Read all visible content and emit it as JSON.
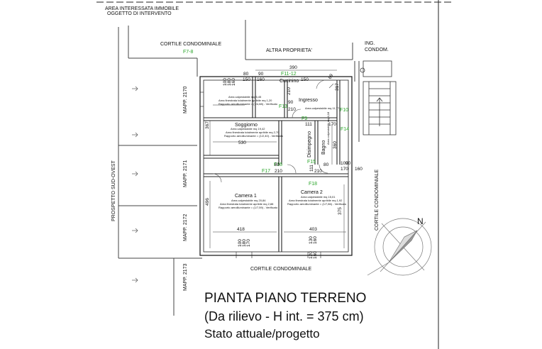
{
  "header": {
    "area_line1": "AREA INTERESSATA IMMOBILE",
    "area_line2": "OGGETTO DI INTERVENTO"
  },
  "labels": {
    "cortile_top": "CORTILE CONDOMINIALE",
    "cortile_bottom": "CORTILE CONDOMINIALE",
    "cortile_right": "CORTILE CONDOMINIALE",
    "altra_proprieta": "ALTRA PROPRIETA'",
    "ing_condom_1": "ING.",
    "ing_condom_2": "CONDOM.",
    "prospetto": "PROSPETTO SUD-OVEST",
    "north": "N"
  },
  "mapp": [
    "MAPP. 2170",
    "MAPP. 2171",
    "MAPP. 2172",
    "MAPP. 2173"
  ],
  "rooms": {
    "cucinino": "Cucinino",
    "ingresso": "Ingresso",
    "soggiorno": "Soggiorno",
    "soggiorno_l1": "Area calpestabile mq 19,42",
    "soggiorno_l2": "Area finestrata totalmente apribile mq 2,70",
    "soggiorno_l3": "Rapporto aeroilluminante = (1/2,40) - Verificato",
    "cucinino_l1": "Area calpestabile mq 5,45",
    "cucinino_l2": "Area finestrata totalmente apribile mq 1,20",
    "cucinino_l3": "Rapporto aeroilluminante = (1/4,88) - Verificato",
    "ingresso_l1": "Area calpestabile mq 11,77",
    "disimpegno": "Disimpegno",
    "bagno": "Bagno",
    "bagno_l1": "Area calpestabile mq 4,18",
    "camera1": "Camera 1",
    "camera1_l1": "Area calpestabile mq 20,84",
    "camera1_l2": "Area finestrata totalmente apribile mq 2,88",
    "camera1_l3": "Rapporto aeroilluminante = (1/7,59) - Verificato",
    "camera2": "Camera 2",
    "camera2_l1": "Area calpestabile mq 15,01",
    "camera2_l2": "Area finestrata totalmente apribile mq 1,92",
    "camera2_l3": "Rapporto aeroilluminante = (1/7,86) - Verificato"
  },
  "windows": {
    "f78": "F7-8",
    "f1112": "F11-12",
    "f13": "F13",
    "f10": "F10",
    "f9": "F9",
    "f14": "F14",
    "f16": "F16",
    "f17": "F17",
    "f15": "F15",
    "f18": "F18"
  },
  "dims": {
    "d390": "390",
    "d80a": "80",
    "d90a": "90",
    "d150a": "150",
    "d160a": "160",
    "d150b": "150",
    "d69": "69",
    "d317": "317",
    "d100a": "100",
    "d180a": "180",
    "d160b": "160",
    "d90b": "90",
    "d210a": "210",
    "d210b": "210",
    "d367": "367",
    "d530": "530",
    "d111a": "111",
    "d170a": "170",
    "d360": "360",
    "d90c": "90",
    "d100b": "100",
    "d170b": "170",
    "d160c": "160",
    "d80b": "80",
    "d210c": "210",
    "d111b": "111",
    "d80c": "80",
    "d210d": "210",
    "d496": "496",
    "d375": "375",
    "d418": "418",
    "d403": "403",
    "d100c": "100",
    "d180b": "180",
    "d170c": "170",
    "d130": "130",
    "d120": "120",
    "d160d": "160",
    "d160e": "160"
  },
  "title": {
    "line1": "PIANTA PIANO TERRENO",
    "line2": "(Da rilievo - H int. = 375 cm)",
    "line3": "Stato attuale/progetto"
  }
}
